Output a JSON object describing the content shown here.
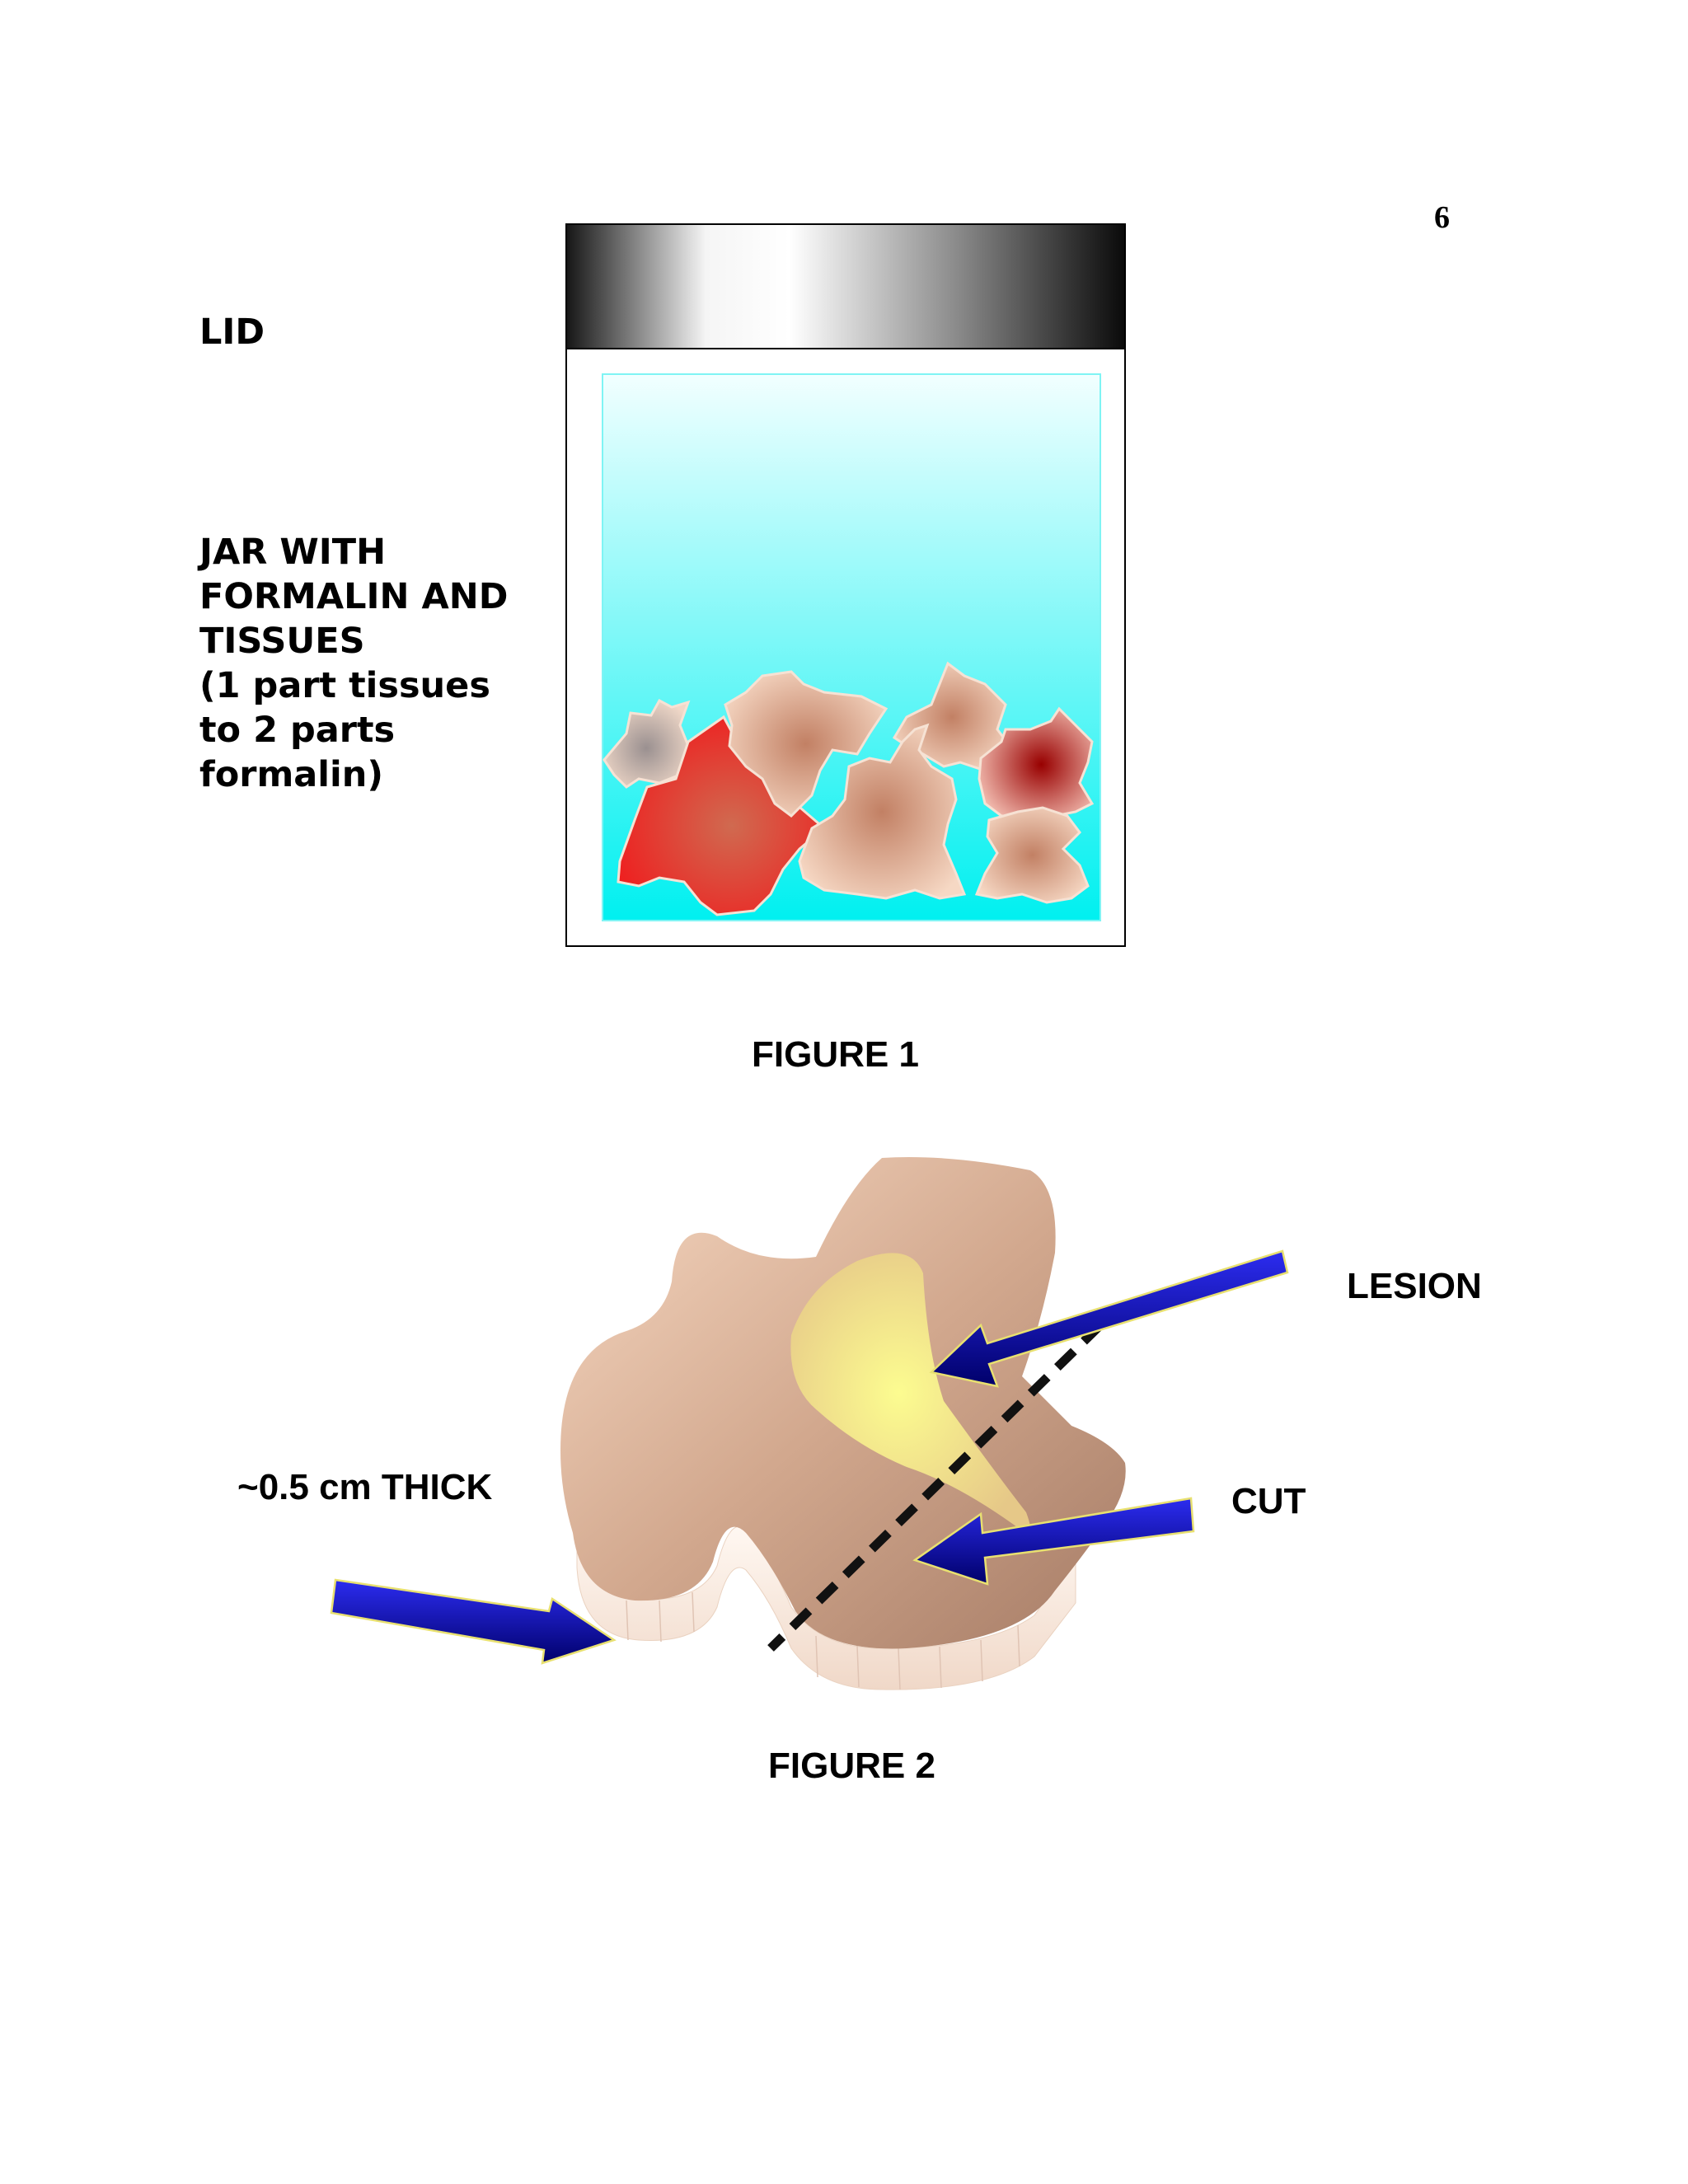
{
  "page_number": "6",
  "figure1": {
    "caption": "FIGURE 1",
    "lid_label": "LID",
    "jar_label_lines": [
      "JAR WITH",
      "FORMALIN AND",
      "TISSUES",
      "(1 part tissues",
      "to 2 parts",
      "formalin)"
    ]
  },
  "figure2": {
    "caption": "FIGURE 2",
    "lesion_label": "LESION",
    "cut_label": "CUT",
    "thickness_label": "~0.5 cm THICK"
  },
  "colors": {
    "formalin_top": "#eefeff",
    "formalin_bottom": "#00f0f0",
    "arrow_blue": "#0a0aa8",
    "arrow_outline": "#e8e070",
    "tissue": "#c08a6e",
    "lesion": "#f8f088"
  }
}
